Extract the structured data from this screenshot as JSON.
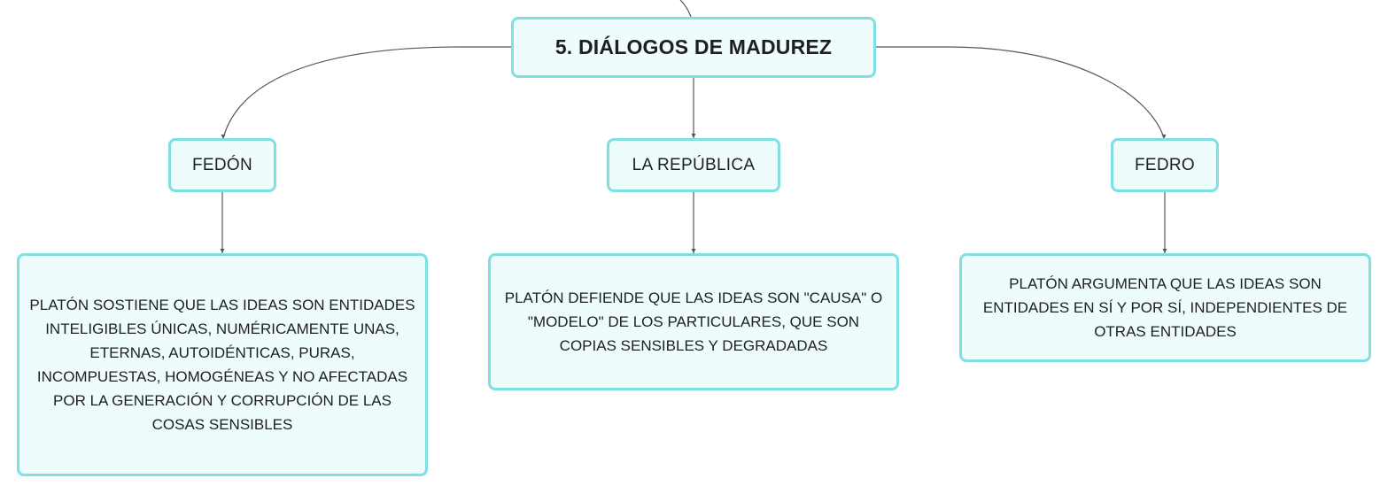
{
  "root": {
    "label": "5. DIÁLOGOS DE MADUREZ"
  },
  "branches": [
    {
      "label": "FEDÓN",
      "note": "PLATÓN SOSTIENE QUE LAS IDEAS SON ENTIDADES INTELIGIBLES ÚNICAS, NUMÉRICAMENTE UNAS, ETERNAS, AUTOIDÉNTICAS, PURAS, INCOMPUESTAS, HOMOGÉNEAS Y NO AFECTADAS POR LA GENERACIÓN Y CORRUPCIÓN DE LAS COSAS SENSIBLES"
    },
    {
      "label": "LA REPÚBLICA",
      "note": "PLATÓN DEFIENDE QUE LAS IDEAS SON \"CAUSA\" O \"MODELO\" DE LOS PARTICULARES, QUE SON COPIAS SENSIBLES Y DEGRADADAS"
    },
    {
      "label": "FEDRO",
      "note": "PLATÓN ARGUMENTA QUE LAS IDEAS SON ENTIDADES EN SÍ Y POR SÍ, INDEPENDIENTES DE OTRAS ENTIDADES"
    }
  ],
  "colors": {
    "node_fill": "#effcfc",
    "node_border": "#7ee0e3",
    "connector": "#555555",
    "text": "#1f1f1f"
  }
}
